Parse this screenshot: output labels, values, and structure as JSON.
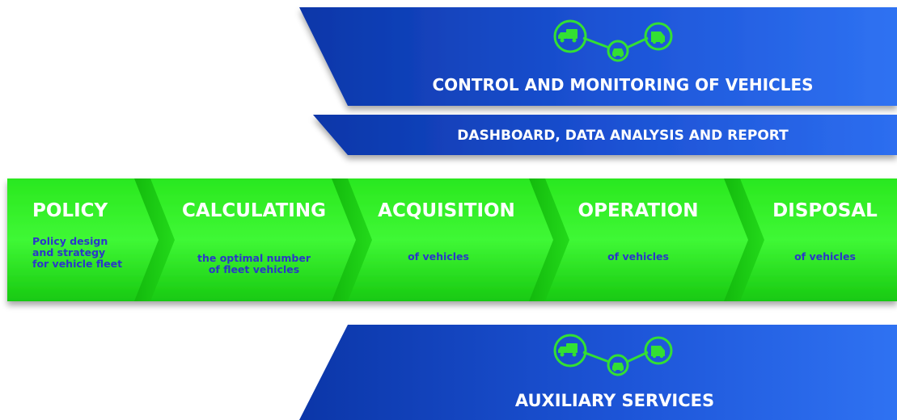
{
  "colors": {
    "blue_dark": "#0e3fb8",
    "blue_light": "#2d6bf0",
    "green_dark": "#13c90f",
    "green_light": "#3bf22f",
    "text_white": "#ffffff",
    "desc_blue": "#2a37c9",
    "icon_green": "#33e033"
  },
  "banners": {
    "control": {
      "title": "CONTROL AND MONITORING OF VEHICLES",
      "icon": "vehicle-network-icon"
    },
    "dashboard": {
      "title": "DASHBOARD, DATA ANALYSIS AND REPORT"
    },
    "auxiliary": {
      "title": "AUXILIARY SERVICES",
      "icon": "vehicle-network-icon"
    }
  },
  "stages": [
    {
      "heading": "POLICY",
      "description": "Policy design\nand strategy\nfor vehicle fleet"
    },
    {
      "heading": "CALCULATING",
      "description": "the optimal number\nof fleet vehicles"
    },
    {
      "heading": "ACQUISITION",
      "description": "of vehicles"
    },
    {
      "heading": "OPERATION",
      "description": "of vehicles"
    },
    {
      "heading": "DISPOSAL",
      "description": "of vehicles"
    }
  ]
}
